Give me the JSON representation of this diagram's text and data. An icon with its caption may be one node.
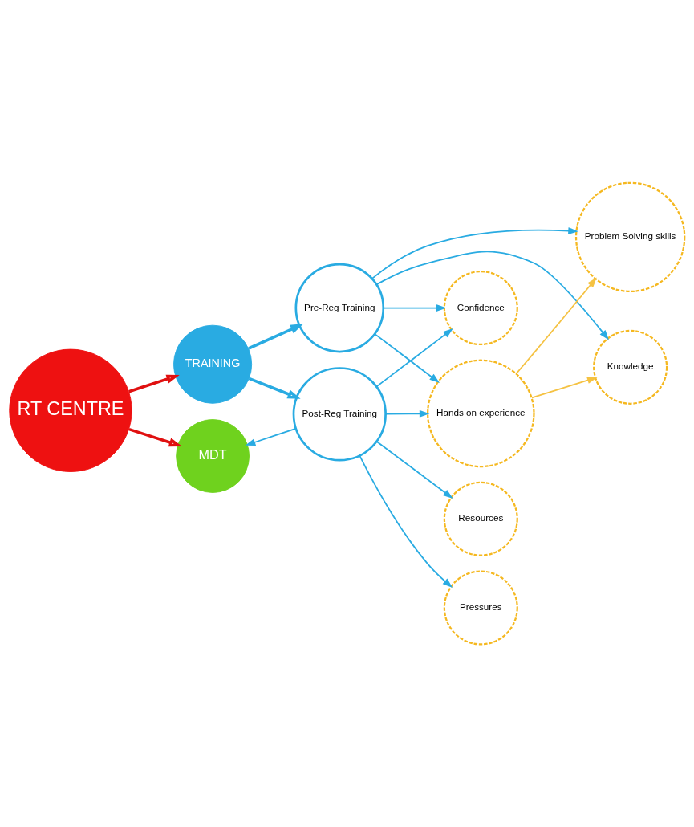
{
  "diagram": {
    "nodes": [
      {
        "text": [
          "MDT"
        ]
      },
      {
        "text": [
          "RT CENTRE"
        ]
      },
      {
        "text": [
          "TRAINING"
        ]
      },
      {
        "text": [
          "Post-Reg Training"
        ]
      },
      {
        "text": [
          "Pre-Reg Training"
        ]
      },
      {
        "text": [
          "Confidence"
        ]
      },
      {
        "text": [
          "Resources"
        ]
      },
      {
        "text": [
          "Pressures"
        ]
      },
      {
        "text": [
          "Hands on experience"
        ]
      },
      {
        "text": [
          "Problem Solving skills"
        ]
      },
      {
        "text": [
          "Knowledge"
        ]
      }
    ],
    "edges": [
      {
        "from": 1,
        "to": 0,
        "arrow": "to",
        "style": "thick",
        "color": "#e01010"
      },
      {
        "from": 1,
        "to": 2,
        "arrow": "to",
        "style": "thick",
        "color": "#e01010"
      },
      {
        "from": 2,
        "to": 3,
        "arrow": "to",
        "style": "thick"
      },
      {
        "from": 2,
        "to": 4,
        "arrow": "to",
        "style": "thick"
      },
      {
        "from": 3,
        "to": 0,
        "arrow": "to"
      },
      {
        "from": 3,
        "to": 5,
        "arrow": "to"
      },
      {
        "from": 4,
        "to": 5,
        "arrow": "to"
      },
      {
        "from": 3,
        "to": 6,
        "arrow": "to"
      },
      {
        "from": 3,
        "to": 7,
        "arrow": "to"
      },
      {
        "from": 3,
        "to": 8,
        "arrow": "to"
      },
      {
        "from": 4,
        "to": 8,
        "arrow": "to"
      },
      {
        "from": 4,
        "to": 9,
        "arrow": "to"
      },
      {
        "from": 4,
        "to": 10,
        "arrow": "to"
      },
      {
        "from": 8,
        "to": 9,
        "arrow": "to",
        "color": "#f5c242"
      },
      {
        "from": 8,
        "to": 10,
        "arrow": "to",
        "color": "#f5c242"
      }
    ]
  }
}
